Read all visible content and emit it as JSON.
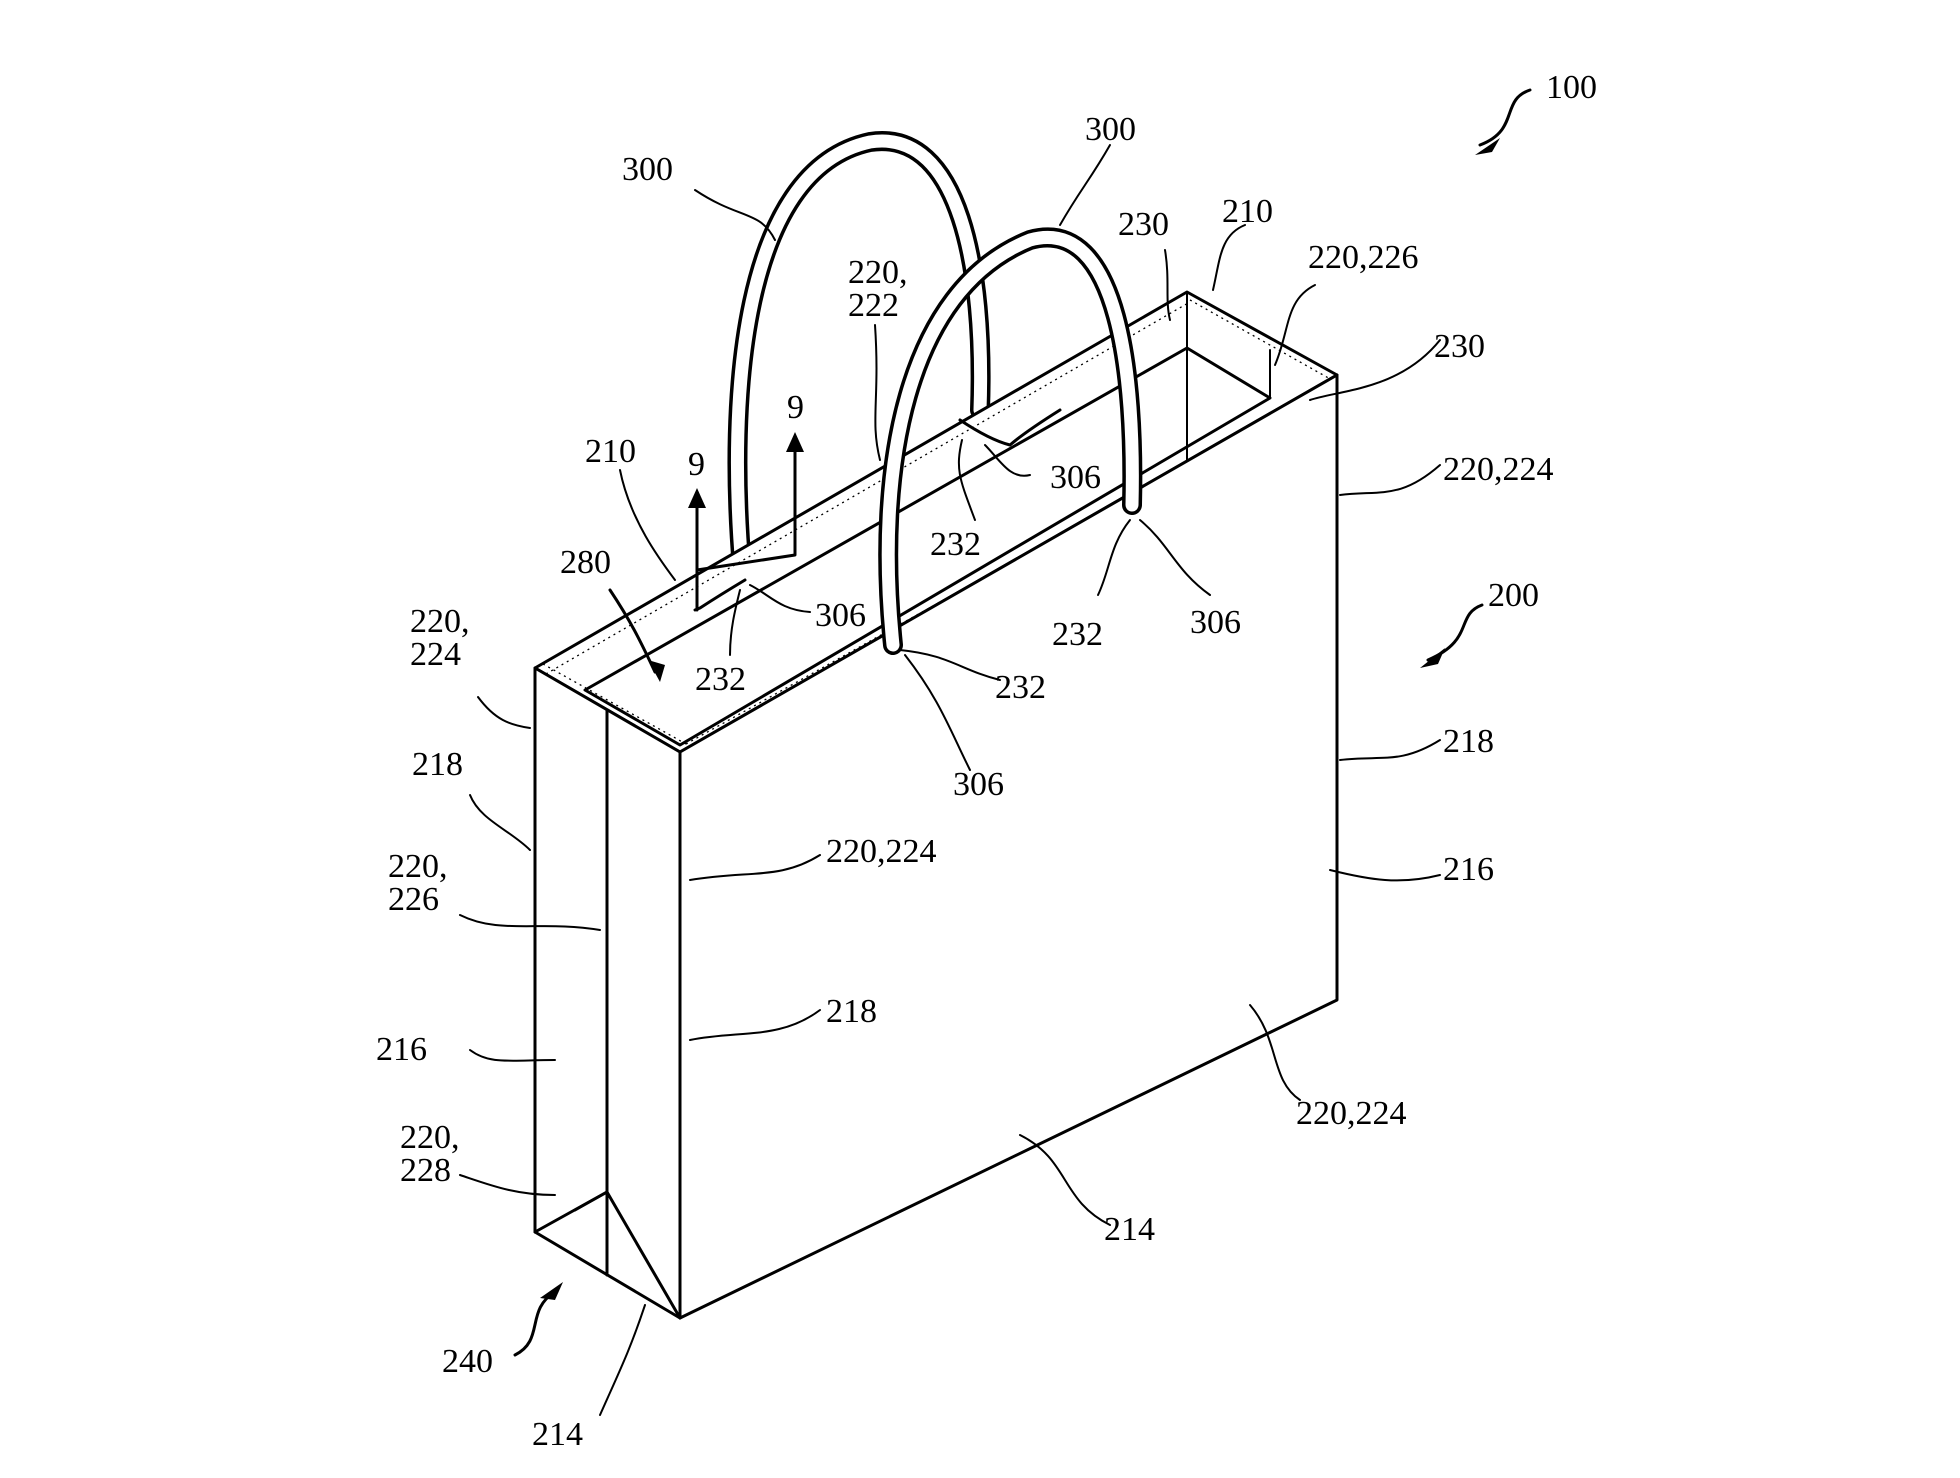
{
  "figure": {
    "ref_assembly": "100",
    "ref_bag": "200",
    "ref_bottom": "240",
    "section_marker": "9",
    "labels": {
      "handle_left": "300",
      "handle_right": "300",
      "inner_222_a": "220,",
      "inner_222_b": "222",
      "top_230": "230",
      "top_210_right": "210",
      "corner_226_top": "220,226",
      "right_230": "230",
      "right_224_top": "220,224",
      "attach_306_top": "306",
      "attach_232_top": "232",
      "attach_232_mid_right": "232",
      "attach_306_mid_right": "306",
      "attach_232_front": "232",
      "attach_306_front": "306",
      "attach_306_left": "306",
      "attach_232_left": "232",
      "top_210_left": "210",
      "opening_280": "280",
      "left_224_a": "220,",
      "left_224_b": "224",
      "left_218": "218",
      "left_226_a": "220,",
      "left_226_b": "226",
      "left_216": "216",
      "left_228_a": "220,",
      "left_228_b": "228",
      "center_224": "220,224",
      "center_218": "218",
      "right_218": "218",
      "right_216": "216",
      "bottom_224": "220,224",
      "bottom_214": "214",
      "bottom_214_left": "214"
    }
  }
}
